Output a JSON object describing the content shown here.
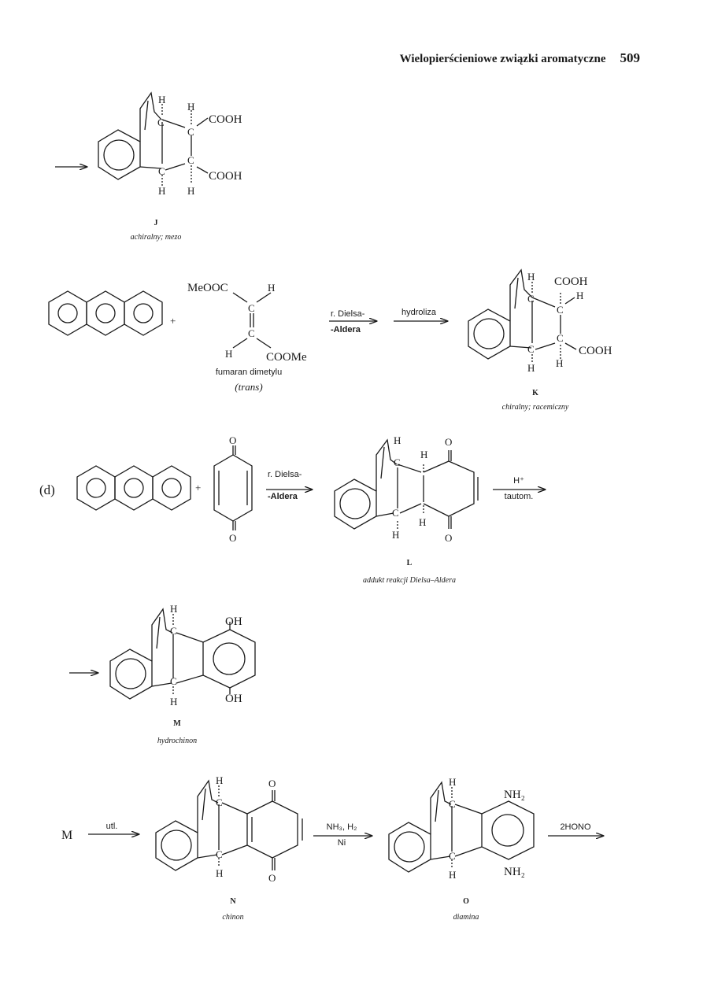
{
  "header": {
    "title": "Wielopierścieniowe związki aromatyczne",
    "page_number": "509"
  },
  "scheme_j": {
    "label": "J",
    "caption": "achiralny; mezo",
    "group_top": "COOH",
    "group_bottom": "COOH"
  },
  "scheme_k": {
    "reagent_name": "fumaran dimetylu",
    "reagent_config": "(trans)",
    "reagent_group_1": "MeOOC",
    "reagent_group_2": "COOMe",
    "step1_line1": "r. Dielsa-",
    "step1_line2": "-Aldera",
    "step2": "hydroliza",
    "product_group_1": "COOH",
    "product_group_2": "COOH",
    "label": "K",
    "caption": "chiralny; racemiczny"
  },
  "scheme_l": {
    "part_marker": "(d)",
    "step1_line1": "r. Dielsa-",
    "step1_line2": "-Aldera",
    "step2_line1": "H⁺",
    "step2_line2": "tautom.",
    "label": "L",
    "caption": "addukt reakcji Dielsa–Aldera"
  },
  "scheme_m": {
    "label": "M",
    "caption": "hydrochinon",
    "group_top": "OH",
    "group_bottom": "OH"
  },
  "scheme_no": {
    "start": "M",
    "step1": "utl.",
    "step2_line1": "NH₃, H₂",
    "step2_line2": "Ni",
    "step3": "2HONO",
    "label_n": "N",
    "caption_n": "chinon",
    "label_o": "O",
    "caption_o": "diamina",
    "amine_top": "NH₂",
    "amine_bottom": "NH₂"
  },
  "atoms": {
    "carbon": "C",
    "hydrogen": "H",
    "oxygen": "O",
    "plus": "+"
  }
}
